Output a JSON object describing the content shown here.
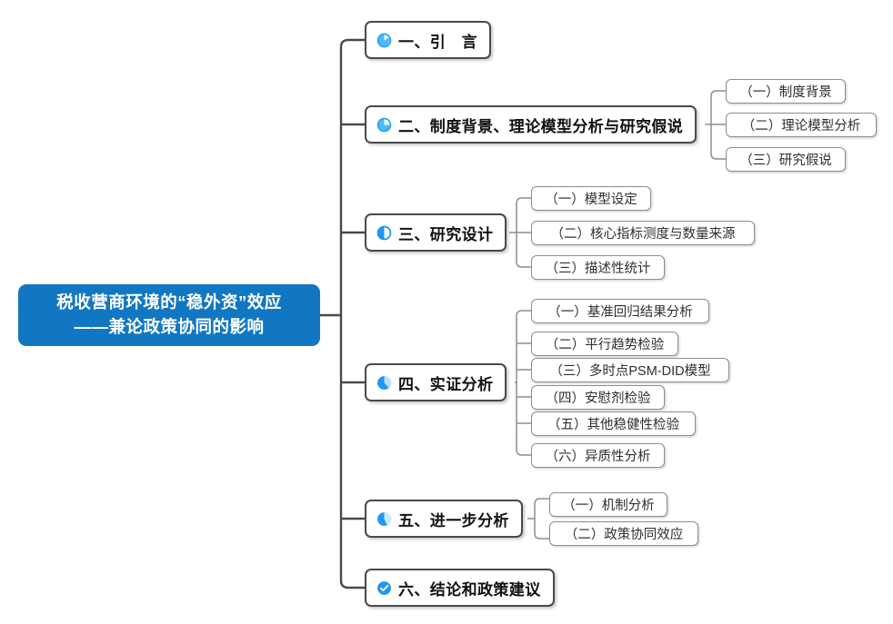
{
  "diagram": {
    "type": "mindmap",
    "orientation": "left-to-right",
    "background_color": "#ffffff",
    "root": {
      "title_line_1": "税收营商环境的“稳外资”效应",
      "title_line_2": "——兼论政策协同的影响",
      "fill_color": "#1277c2",
      "text_color": "#ffffff"
    },
    "branches": [
      {
        "icon": "pie-progress-icon",
        "icon_fill_percent": 12,
        "icon_color": "#29a3f5",
        "label": "一、引　言",
        "children": []
      },
      {
        "icon": "pie-progress-icon",
        "icon_fill_percent": 25,
        "icon_color": "#29a3f5",
        "label": "二、制度背景、理论模型分析与研究假说",
        "children": [
          {
            "label": "（一）制度背景"
          },
          {
            "label": "（二）理论模型分析"
          },
          {
            "label": "（三）研究假说"
          }
        ]
      },
      {
        "icon": "pie-progress-icon",
        "icon_fill_percent": 50,
        "icon_color": "#1e8ef0",
        "label": "三、研究设计",
        "children": [
          {
            "label": "（一）模型设定"
          },
          {
            "label": "（二）核心指标测度与数量来源"
          },
          {
            "label": "（三）描述性统计"
          }
        ]
      },
      {
        "icon": "pie-progress-icon",
        "icon_fill_percent": 70,
        "icon_color": "#1e94f0",
        "label": "四、实证分析",
        "children": [
          {
            "label": "（一）基准回归结果分析"
          },
          {
            "label": "（二）平行趋势检验"
          },
          {
            "label": "（三）多时点PSM-DID模型"
          },
          {
            "label": "（四）安慰剂检验"
          },
          {
            "label": "（五）其他稳健性检验"
          },
          {
            "label": "（六）异质性分析"
          }
        ]
      },
      {
        "icon": "pie-progress-icon",
        "icon_fill_percent": 85,
        "icon_color": "#1e94f0",
        "label": "五、进一步分析",
        "children": [
          {
            "label": "（一）机制分析"
          },
          {
            "label": "（二）政策协同效应"
          }
        ]
      },
      {
        "icon": "check-circle-icon",
        "icon_fill_percent": 100,
        "icon_color": "#2196f3",
        "label": "六、结论和政策建议",
        "children": []
      }
    ],
    "connector_colors": {
      "level1": "#4a4a4a",
      "level2": "#8d8d8d"
    }
  }
}
